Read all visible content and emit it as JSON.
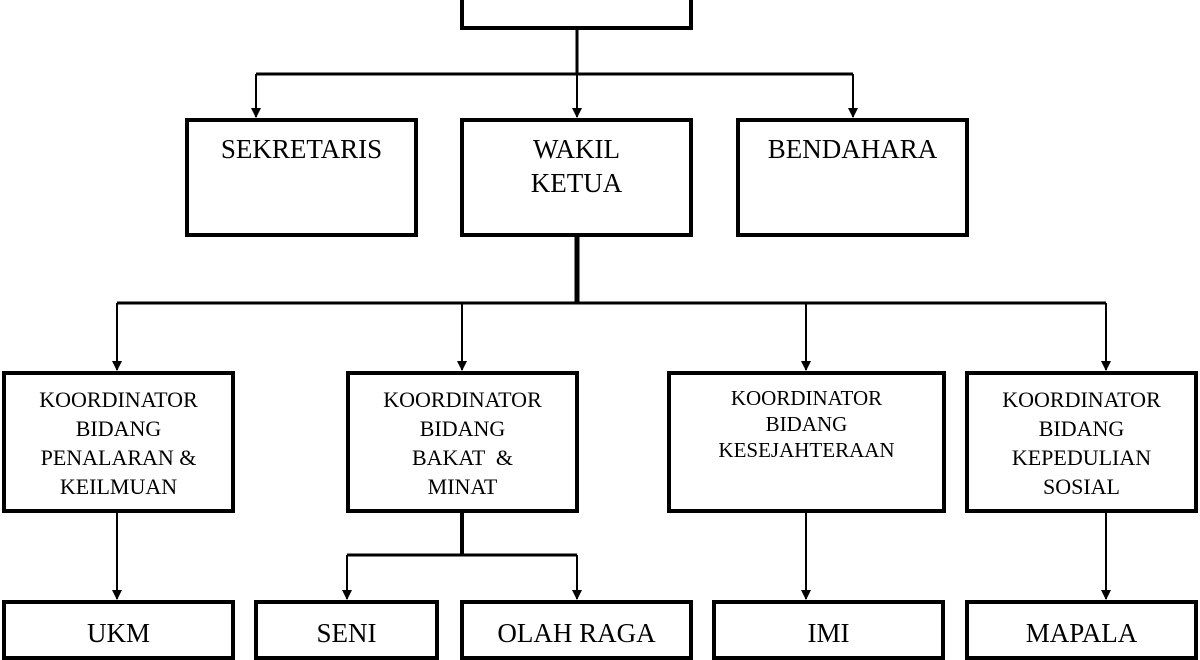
{
  "top": {
    "name": ""
  },
  "level1": [
    {
      "id": "sekretaris",
      "lines": [
        "SEKRETARIS"
      ]
    },
    {
      "id": "wakil-ketua",
      "lines": [
        "WAKIL",
        "KETUA"
      ]
    },
    {
      "id": "bendahara",
      "lines": [
        "BENDAHARA"
      ]
    }
  ],
  "coordinators": [
    {
      "id": "penalaran",
      "lines": [
        "KOORDINATOR",
        "BIDANG",
        "PENALARAN &",
        "KEILMUAN"
      ]
    },
    {
      "id": "bakat",
      "lines": [
        "KOORDINATOR",
        "BIDANG",
        "BAKAT  &",
        "MINAT"
      ]
    },
    {
      "id": "kesejahteraan",
      "lines": [
        "KOORDINATOR",
        "BIDANG",
        "KESEJAHTERAAN"
      ]
    },
    {
      "id": "kepedulian",
      "lines": [
        "KOORDINATOR",
        "BIDANG",
        "KEPEDULIAN",
        "SOSIAL"
      ]
    }
  ],
  "units": [
    {
      "id": "ukm",
      "label": "UKM"
    },
    {
      "id": "seni",
      "label": "SENI"
    },
    {
      "id": "olahraga",
      "label": "OLAH RAGA"
    },
    {
      "id": "imi",
      "label": "IMI"
    },
    {
      "id": "mapala",
      "label": "MAPALA"
    }
  ]
}
